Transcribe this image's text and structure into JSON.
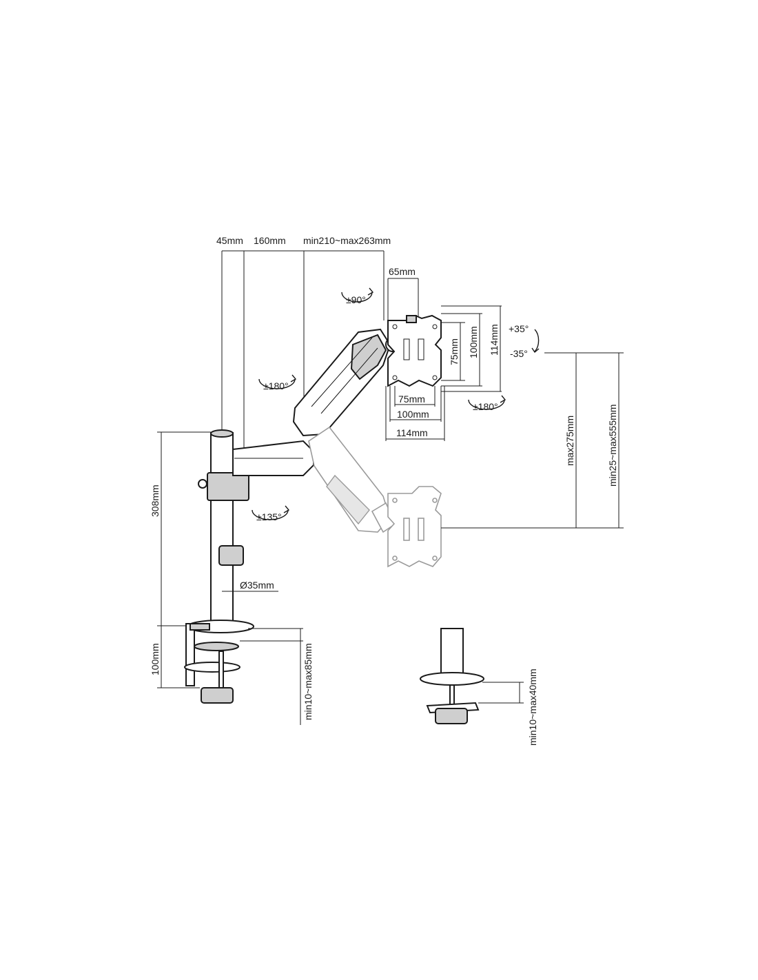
{
  "dimensions": {
    "arm_top": {
      "d45": "45mm",
      "d160": "160mm",
      "reach": "min210~max263mm"
    },
    "plate_offset": "65mm",
    "vesa_vertical": {
      "d75": "75mm",
      "d100": "100mm",
      "d114": "114mm"
    },
    "vesa_horizontal": {
      "d75": "75mm",
      "d100": "100mm",
      "d114": "114mm"
    },
    "pole_height": "308mm",
    "pole_diameter": "Ø35mm",
    "clamp_height": "100mm",
    "clamp_range": "min10~max85mm",
    "grommet_range": "min10~max40mm",
    "height_adjust": "max275mm",
    "height_range": "min25~max555mm"
  },
  "rotations": {
    "swivel_plate": "±90°",
    "swivel_arm": "±180°",
    "swivel_head": "±180°",
    "swivel_base": "±135°",
    "tilt_up": "+35°",
    "tilt_down": "-35°"
  }
}
